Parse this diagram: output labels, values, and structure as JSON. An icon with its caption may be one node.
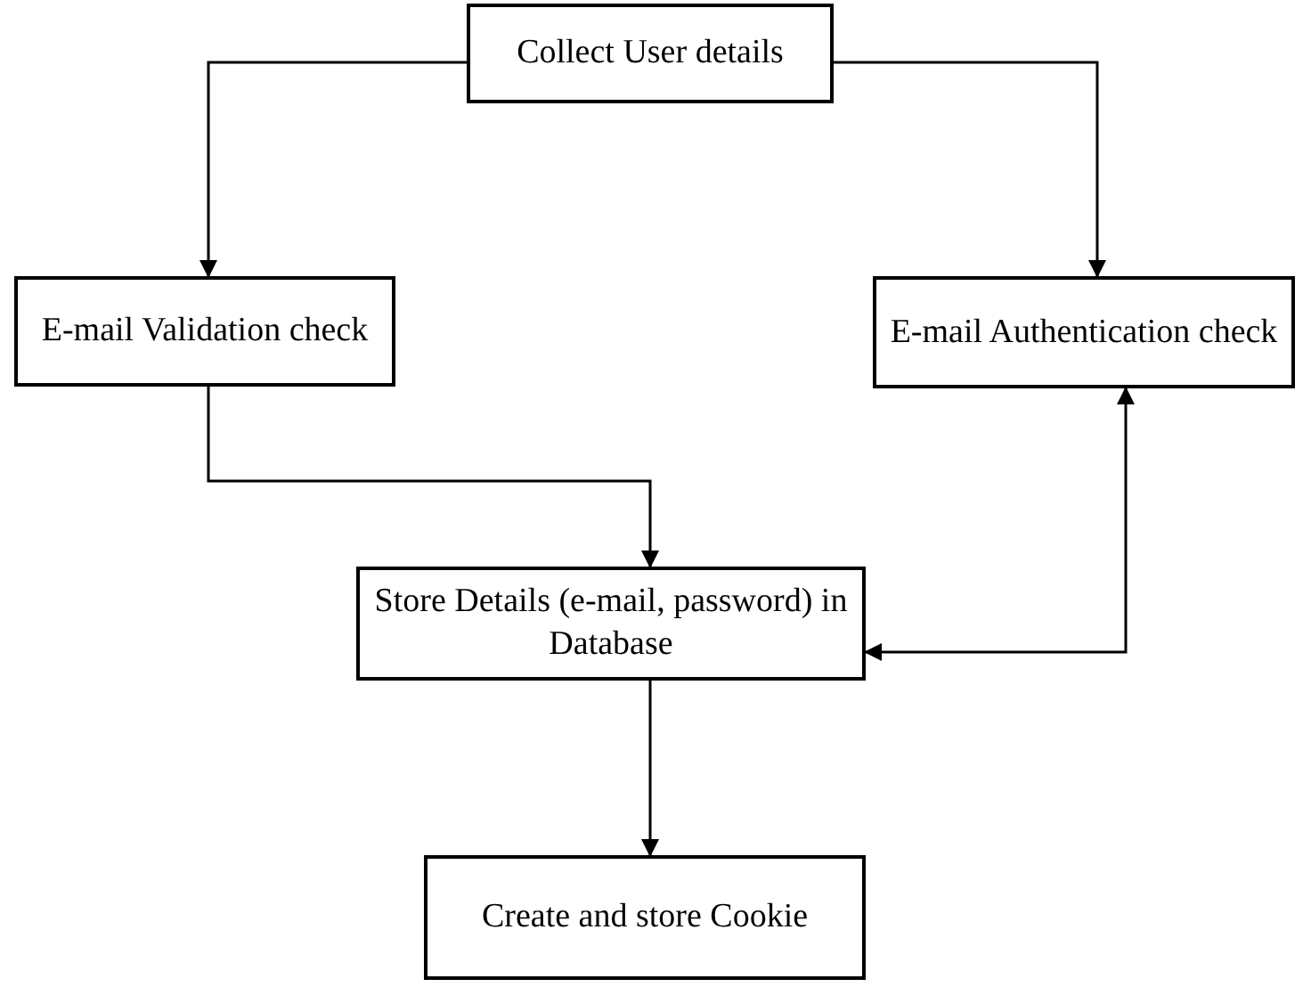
{
  "diagram": {
    "nodes": [
      {
        "text": [
          "Collect User details"
        ]
      },
      {
        "text": [
          "E-mail Validation check"
        ]
      },
      {
        "text": [
          "E-mail Authentication check"
        ]
      },
      {
        "text": [
          "Store Details (e-mail, password) in Database"
        ]
      },
      {
        "text": [
          "Create and store Cookie"
        ]
      }
    ],
    "edges": [
      {
        "from": 0,
        "to": 1,
        "arrow": "to"
      },
      {
        "from": 0,
        "to": 2,
        "arrow": "to"
      },
      {
        "from": 1,
        "to": 3,
        "arrow": "to"
      },
      {
        "from": 3,
        "to": 2,
        "arrow": "both"
      },
      {
        "from": 3,
        "to": 4,
        "arrow": "to"
      }
    ]
  }
}
